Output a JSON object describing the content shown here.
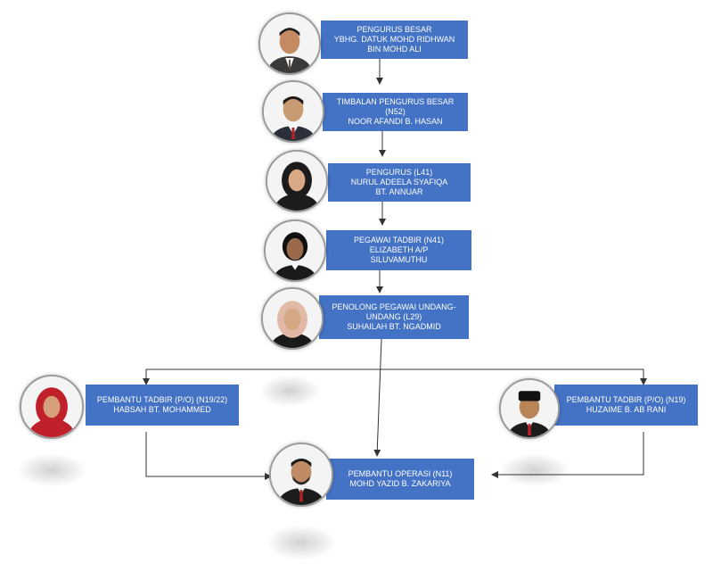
{
  "colors": {
    "box": "#4472c4",
    "box_text": "#ffffff",
    "line": "#333333"
  },
  "nodes": [
    {
      "lines": [
        "PENGURUS BESAR",
        "YBHG. DATUK MOHD RIDHWAN",
        "BIN MOHD ALI"
      ],
      "avatar": "person-man-suit-icon"
    },
    {
      "lines": [
        "TIMBALAN PENGURUS BESAR",
        "(N52)",
        "NOOR AFANDI B. HASAN"
      ],
      "avatar": "person-man-tie-icon"
    },
    {
      "lines": [
        "PENGURUS (L41)",
        "NURUL ADEELA SYAFIQA",
        "BT. ANNUAR"
      ],
      "avatar": "person-woman-hijab-icon"
    },
    {
      "lines": [
        "PEGAWAI TADBIR (N41)",
        "ELIZABETH A/P",
        "SILUVAMUTHU"
      ],
      "avatar": "person-woman-icon"
    },
    {
      "lines": [
        "PENOLONG PEGAWAI UNDANG-",
        "UNDANG (L29)",
        "SUHAILAH BT. NGADMID"
      ],
      "avatar": "person-woman-hijab-icon"
    },
    {
      "lines": [
        "PEMBANTU TADBIR (P/O) (N19/22)",
        "HABSAH BT. MOHAMMED"
      ],
      "avatar": "person-woman-hijab-red-icon"
    },
    {
      "lines": [
        "PEMBANTU TADBIR (P/O) (N19)",
        "HUZAIME B. AB RANI"
      ],
      "avatar": "person-man-songkok-icon"
    },
    {
      "lines": [
        "PEMBANTU OPERASI (N11)",
        "MOHD YAZID B. ZAKARIYA"
      ],
      "avatar": "person-man-beard-icon"
    }
  ]
}
